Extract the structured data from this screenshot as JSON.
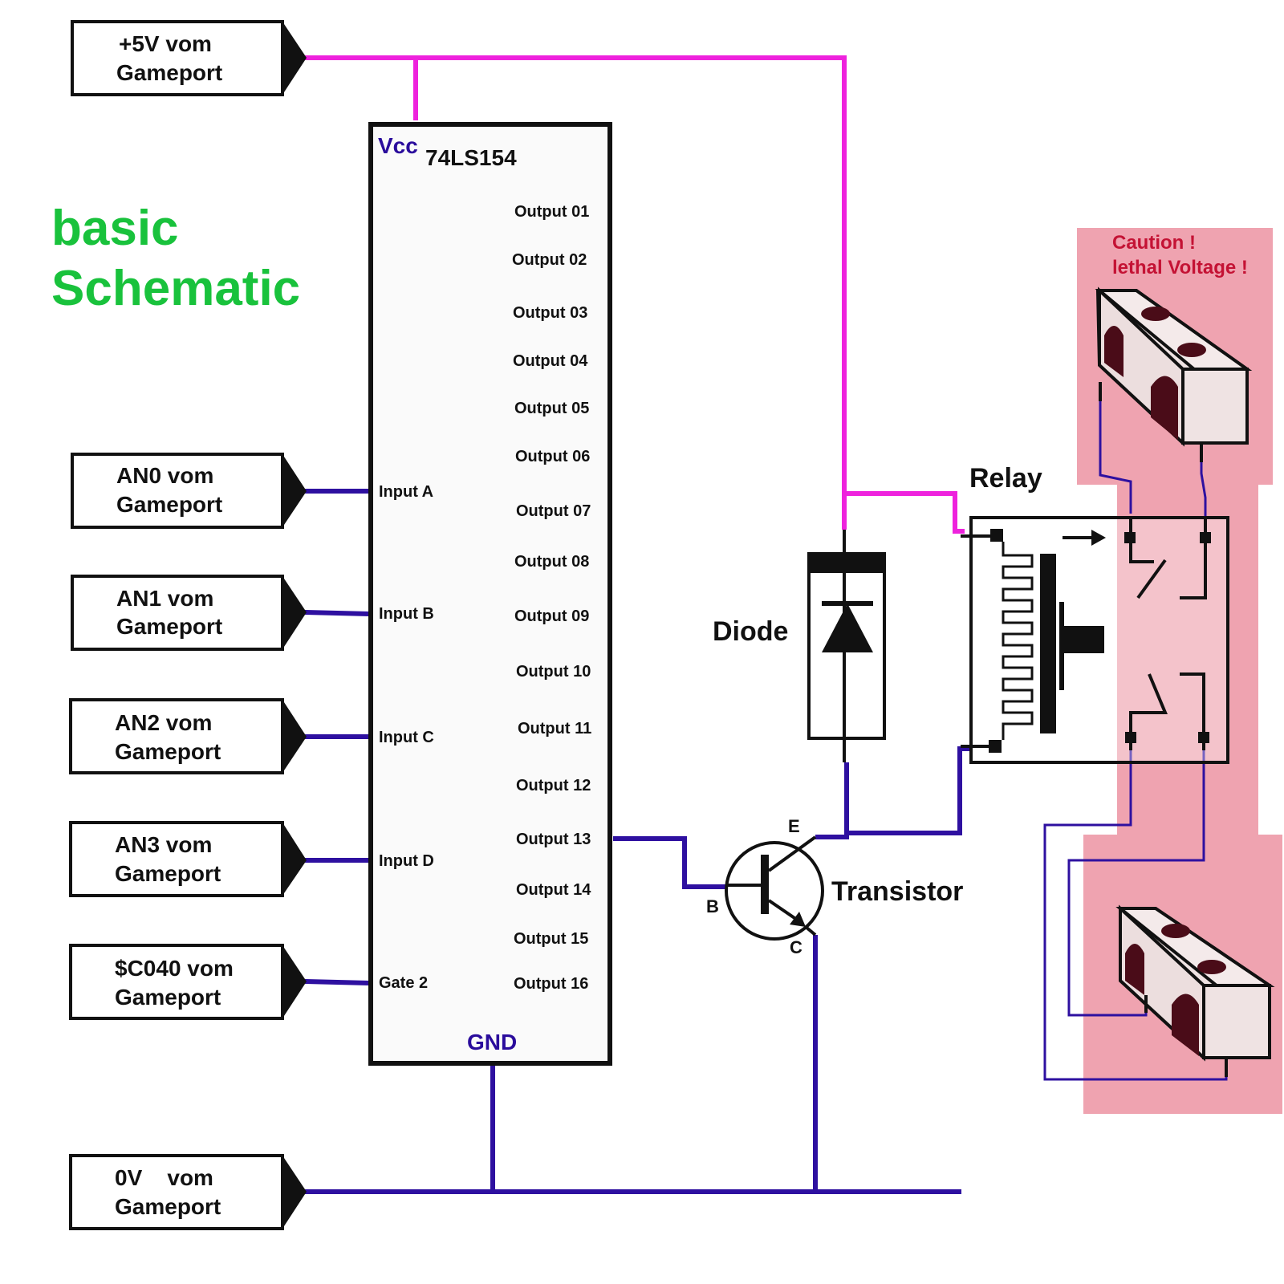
{
  "title": {
    "line1": "basic",
    "line2": "Schematic"
  },
  "connectors": [
    {
      "id": "vcc",
      "line1": "+5V vom",
      "line2": "Gameport"
    },
    {
      "id": "an0",
      "line1": "AN0 vom",
      "line2": "Gameport"
    },
    {
      "id": "an1",
      "line1": "AN1 vom",
      "line2": "Gameport"
    },
    {
      "id": "an2",
      "line1": "AN2 vom",
      "line2": "Gameport"
    },
    {
      "id": "an3",
      "line1": "AN3 vom",
      "line2": "Gameport"
    },
    {
      "id": "c040",
      "line1": "$C040 vom",
      "line2": "Gameport"
    },
    {
      "id": "gnd",
      "line1": "0V    vom",
      "line2": "Gameport"
    }
  ],
  "chip": {
    "name": "74LS154",
    "vcc_label": "Vcc",
    "gnd_label": "GND",
    "inputs": [
      "Input A",
      "Input B",
      "Input C",
      "Input D",
      "Gate 2"
    ],
    "outputs": [
      "Output 01",
      "Output 02",
      "Output 03",
      "Output 04",
      "Output 05",
      "Output 06",
      "Output 07",
      "Output 08",
      "Output 09",
      "Output 10",
      "Output 11",
      "Output 12",
      "Output 13",
      "Output 14",
      "Output 15",
      "Output 16"
    ]
  },
  "components": {
    "diode": "Diode",
    "relay": "Relay",
    "transistor": "Transistor",
    "transistor_pins": {
      "e": "E",
      "b": "B",
      "c": "C"
    }
  },
  "warning": {
    "line1": "Caution !",
    "line2": "lethal Voltage !"
  },
  "colors": {
    "power_wire": "#ee22dd",
    "signal_wire": "#2e10a0",
    "danger_zone": "#efa3b0",
    "title": "#19c23c",
    "caution": "#c41234"
  }
}
